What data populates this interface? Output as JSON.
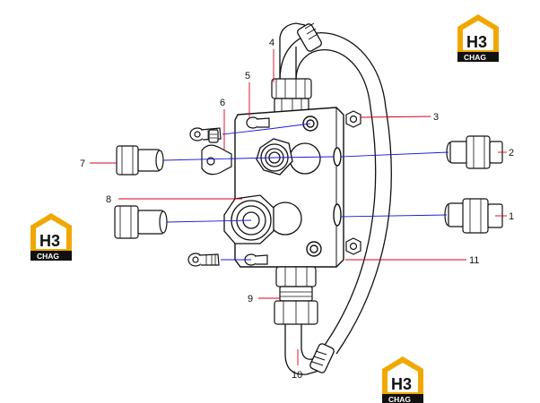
{
  "callouts": [
    {
      "id": "1",
      "label": "1"
    },
    {
      "id": "2",
      "label": "2"
    },
    {
      "id": "3",
      "label": "3"
    },
    {
      "id": "4",
      "label": "4"
    },
    {
      "id": "5",
      "label": "5"
    },
    {
      "id": "6",
      "label": "6"
    },
    {
      "id": "7",
      "label": "7"
    },
    {
      "id": "8",
      "label": "8"
    },
    {
      "id": "9",
      "label": "9"
    },
    {
      "id": "10",
      "label": "10"
    },
    {
      "id": "11",
      "label": "11"
    }
  ],
  "logo": {
    "main": "H3",
    "sub": "CHAG",
    "accent_color": "#f0a800"
  },
  "colors": {
    "leader_red": "#d4001e",
    "leader_blue": "#1a1adc",
    "line": "#111111"
  }
}
